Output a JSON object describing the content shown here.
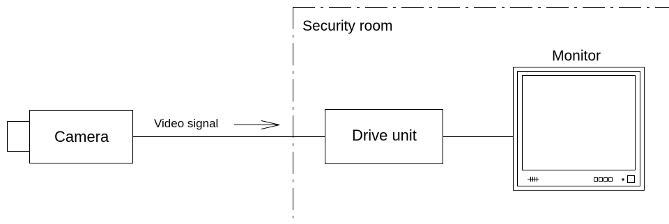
{
  "labels": {
    "security_room": "Security room",
    "monitor": "Monitor",
    "camera": "Camera",
    "drive_unit": "Drive unit",
    "video_signal": "Video signal"
  },
  "colors": {
    "stroke": "#000000",
    "background": "#ffffff"
  },
  "icons": {
    "signal_arrow": "arrow-right-icon",
    "monitor_speaker": "speaker-grille-icon",
    "monitor_buttons": "control-buttons-icon",
    "monitor_power": "power-button-icon"
  }
}
